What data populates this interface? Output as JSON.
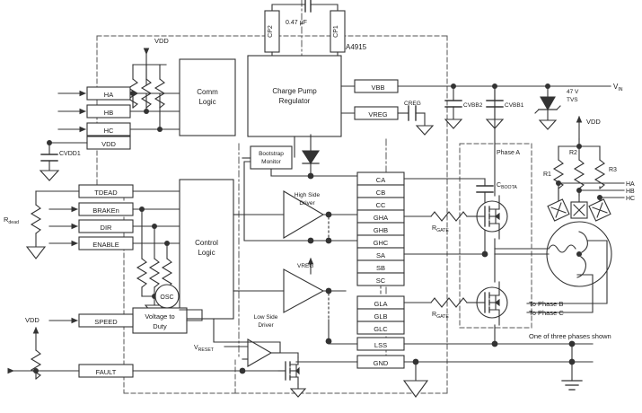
{
  "diagram": {
    "title": "A4915",
    "device_label": "A4915",
    "note": "One of three phases shown",
    "phase_label": "Phase A"
  },
  "blocks": {
    "comm_logic": [
      "Comm",
      "Logic"
    ],
    "charge_pump": [
      "Charge Pump",
      "Regulator"
    ],
    "control_logic": [
      "Control",
      "Logic"
    ],
    "voltage_to_duty": [
      "Voltage to",
      "Duty"
    ],
    "bootstrap_monitor": [
      "Bootstrap",
      "Monitor"
    ],
    "high_side_driver": [
      "High Side",
      "Driver"
    ],
    "low_side_driver": [
      "Low Side",
      "Driver"
    ],
    "osc": "OSC"
  },
  "pins": {
    "left_top": [
      "HA",
      "HB",
      "HC",
      "VDD"
    ],
    "left_mid": [
      "TDEAD",
      "BRAKEn",
      "DIR",
      "ENABLE"
    ],
    "left_bottom": [
      "SPEED",
      "FAULT"
    ],
    "right_top": [
      "VBB",
      "VREG"
    ],
    "driver_high": [
      "CA",
      "CB",
      "CC",
      "GHA",
      "GHB",
      "GHC",
      "SA",
      "SB",
      "SC"
    ],
    "driver_low": [
      "GLA",
      "GLB",
      "GLC"
    ],
    "bottom": [
      "LSS",
      "GND"
    ]
  },
  "labels": {
    "vdd_top": "VDD",
    "vdd_left": "VDD",
    "vdd_right": "VDD",
    "cvdd1": "CVDD1",
    "rdead": "Rdead",
    "rdead_sub": "dead",
    "cp1": "CP1",
    "cp2": "CP2",
    "cp_cap": "0.47 µF",
    "creg": "CREG",
    "cvbb2": "CVBB2",
    "cvbb1": "CVBB1",
    "cboota": "CBOOTA",
    "cboota_sub": "BOOTA",
    "rgate1": "RGATE",
    "rgate2": "RGATE",
    "rgate_sub": "GATE",
    "vreg_arrow": "VREG",
    "vreset": "VRESET",
    "vreset_sub": "RESET",
    "vin": "VIN",
    "vin_sub": "IN",
    "tvs": [
      "47 V",
      "TVS"
    ],
    "r1": "R1",
    "r2": "R2",
    "r3": "R3",
    "hall_ha": "HA",
    "hall_hb": "HB",
    "hall_hc": "HC",
    "to_phase_b": "To Phase B",
    "to_phase_c": "To Phase C"
  },
  "colors": {
    "line": "#333333",
    "dash": "#555555",
    "fill": "#ffffff",
    "text": "#1a1a1a"
  }
}
